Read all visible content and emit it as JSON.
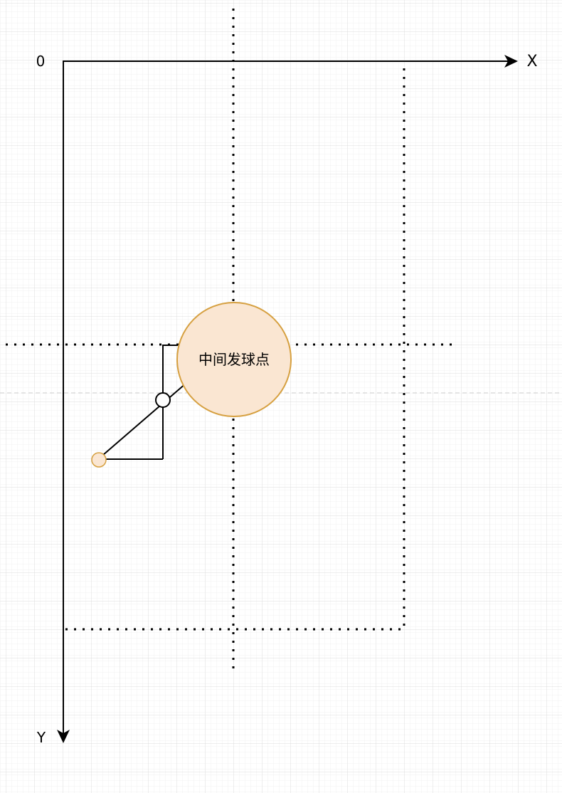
{
  "axes": {
    "origin_label": "0",
    "x_label": "X",
    "y_label": "Y"
  },
  "serve_point": {
    "label": "中间发球点"
  },
  "colors": {
    "grid_minor": "#f0f0f0",
    "grid_major": "#dcdcdc",
    "axis": "#000000",
    "ball_fill": "#fae6d2",
    "ball_stroke": "#d6a040",
    "guide_dashed": "#c8c8c8"
  }
}
